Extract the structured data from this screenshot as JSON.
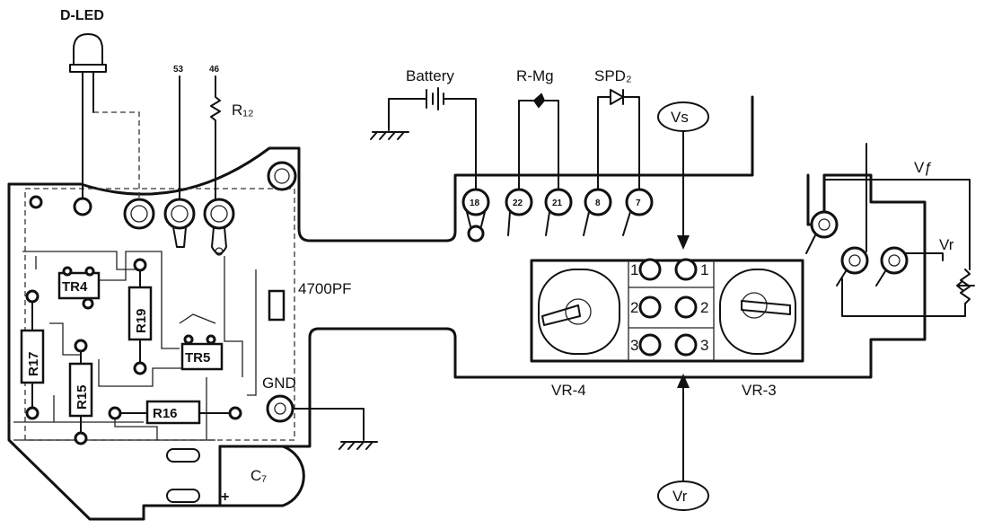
{
  "labels": {
    "d_led": "D-LED",
    "pin_53": "53",
    "pin_46": "46",
    "r12": "R₁₂",
    "battery": "Battery",
    "r_mg": "R-Mg",
    "spd2": "SPD₂",
    "vs": "Vs",
    "vf_upper": "Vƒ",
    "vr_small": "Vr",
    "vr_bottom": "Vr",
    "cap_4700": "4700PF",
    "gnd": "GND",
    "c7": "C₇",
    "vr4": "VR-4",
    "vr3": "VR-3",
    "plus": "+"
  },
  "pins": {
    "p18": "18",
    "p22": "22",
    "p21": "21",
    "p8": "8",
    "p7": "7"
  },
  "components": {
    "r17": "R17",
    "r15": "R15",
    "r19": "R19",
    "r16": "R16",
    "tr4": "TR4",
    "tr5": "TR5"
  },
  "vr_numbers": {
    "l1": "1",
    "r1": "1",
    "l2": "2",
    "r2": "2",
    "l3": "3",
    "r3": "3"
  }
}
